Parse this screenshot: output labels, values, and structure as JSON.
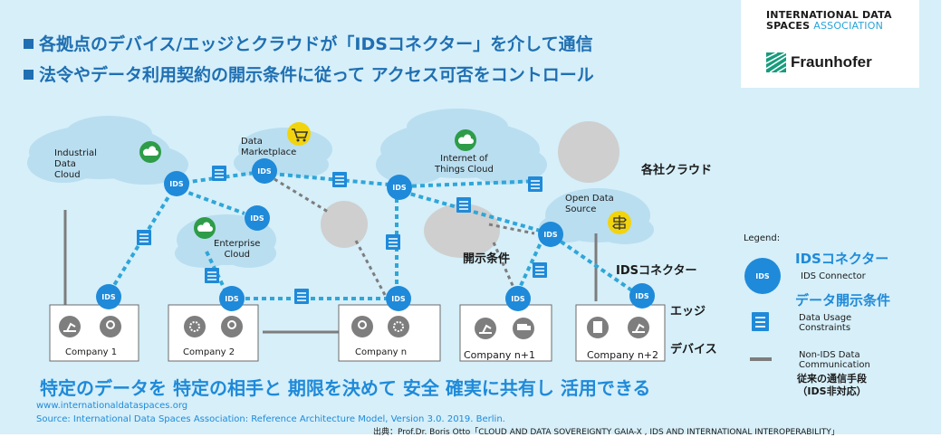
{
  "header": {
    "bullet1": "各拠点のデバイス/エッジとクラウドが「IDSコネクター」を介して通信",
    "bullet2": "法令やデータ利用契約の開示条件に従って アクセス可否をコントロール"
  },
  "logos": {
    "idsa_line1": "INTERNATIONAL DATA",
    "idsa_line2_a": "SPACES",
    "idsa_line2_b": "ASSOCIATION",
    "fraunhofer": "Fraunhofer"
  },
  "clouds": {
    "industrial_data_cloud": [
      "Industrial",
      "Data",
      "Cloud"
    ],
    "data_marketplace": [
      "Data",
      "Marketplace"
    ],
    "internet_of_things_cloud": [
      "Internet of",
      "Things Cloud"
    ],
    "enterprise_cloud": [
      "Enterprise",
      "Cloud"
    ],
    "open_data_source": [
      "Open Data",
      "Source"
    ]
  },
  "connector_label": "IDS",
  "annotations": {
    "cloud_each_company": "各社クラウド",
    "disclosure_conditions": "開示条件",
    "ids_connector": "IDSコネクター",
    "edge": "エッジ",
    "device": "デバイス"
  },
  "companies": [
    "Company 1",
    "Company 2",
    "Company n",
    "Company n+1",
    "Company n+2"
  ],
  "legend": {
    "title": "Legend:",
    "ids_connector_jp": "IDSコネクター",
    "ids_connector_en": "IDS Connector",
    "data_usage_jp": "データ開示条件",
    "data_usage_en": [
      "Data Usage",
      "Constraints"
    ],
    "non_ids_en": [
      "Non-IDS Data",
      "Communication"
    ],
    "non_ids_jp": [
      "従来の通信手段",
      "（IDS非対応）"
    ]
  },
  "footer": {
    "main": "特定のデータを 特定の相手と 期限を決めて 安全 確実に共有し 活用できる",
    "url": "www.internationaldataspaces.org",
    "source": "Source: International Data Spaces Association: Reference Architecture Model, Version 3.0. 2019. Berlin.",
    "credit": "出典：Prof.Dr. Boris Otto「CLOUD AND DATA SOVEREIGNTY GAIA-X , IDS AND INTERNATIONAL INTEROPERABILITY」"
  },
  "colors": {
    "background": "#d6eff9",
    "cloud": "#b9def0",
    "ids_node": "#1f8ad9",
    "dotted_link": "#2fa6d8",
    "gray_link": "#7d7d7d",
    "gray_cloud": "#cfcfcf",
    "title_blue": "#1f6fb2"
  }
}
